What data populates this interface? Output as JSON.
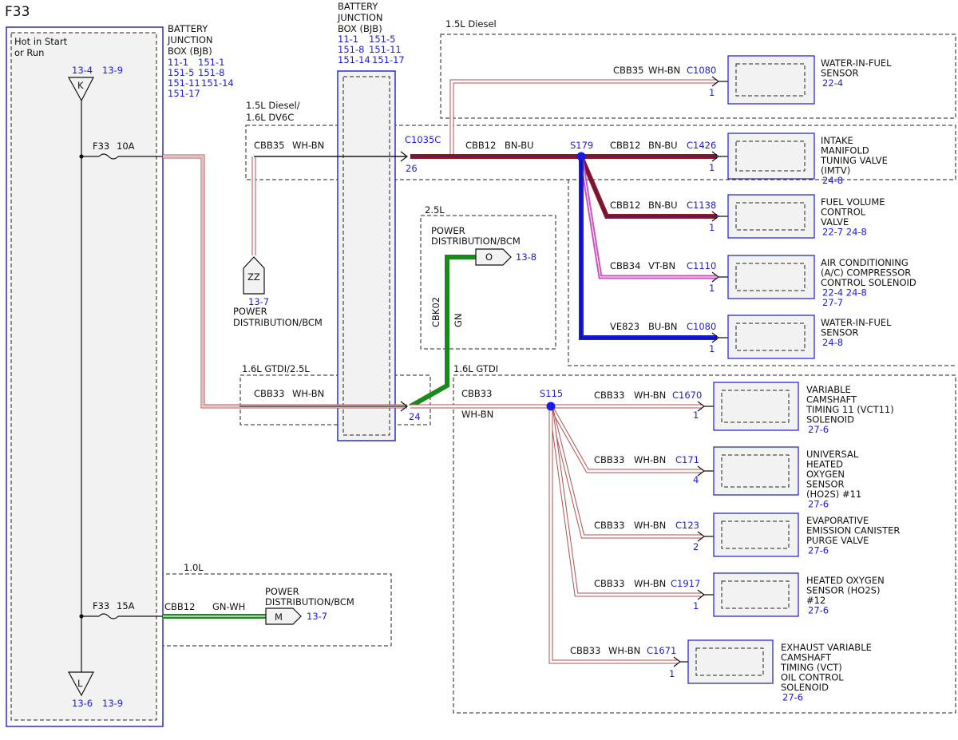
{
  "page_title": "F33",
  "left_module": {
    "title_line1": "Hot in Start",
    "title_line2": "or Run",
    "top_ref1": "13-4",
    "top_ref2": "13-9",
    "top_label": "K",
    "bottom_ref1": "13-6",
    "bottom_ref2": "13-9",
    "bottom_label": "L",
    "fuse1_name": "F33",
    "fuse1_rating": "10A",
    "fuse2_name": "F33",
    "fuse2_rating": "15A"
  },
  "bjb_left": {
    "l1": "BATTERY",
    "l2": "JUNCTION",
    "l3": "BOX (BJB)",
    "r1a": "11-1",
    "r1b": "151-1",
    "r2a": "151-5",
    "r2b": "151-8",
    "r3a": "151-11",
    "r3b": "151-14",
    "r4": "151-17"
  },
  "bjb_top": {
    "l1": "BATTERY",
    "l2": "JUNCTION",
    "l3": "BOX (BJB)",
    "r1a": "11-1",
    "r1b": "151-5",
    "r2a": "151-8",
    "r2b": "151-11",
    "r3a": "151-14",
    "r3b": "151-17"
  },
  "regions": {
    "diesel_15": "1.5L Diesel",
    "diesel_16_l1": "1.5L Diesel/",
    "diesel_16_l2": "1.6L DV6C",
    "gtdi_25": "1.6L GTDI/2.5L",
    "l25": "2.5L",
    "gtdi": "1.6L GTDI",
    "l10": "1.0L"
  },
  "pd_zz": {
    "label": "ZZ",
    "ref": "13-7",
    "name1": "POWER",
    "name2": "DISTRIBUTION/BCM"
  },
  "pd_o": {
    "name1": "POWER",
    "name2": "DISTRIBUTION/BCM",
    "label": "O",
    "ref": "13-8"
  },
  "pd_m": {
    "name1": "POWER",
    "name2": "DISTRIBUTION/BCM",
    "label": "M",
    "ref": "13-7"
  },
  "wires": {
    "w_cbb35_left": {
      "circuit": "CBB35",
      "color": "WH-BN"
    },
    "w_cbb33_left": {
      "circuit": "CBB33",
      "color": "WH-BN"
    },
    "w_cbb12_main": {
      "circuit": "CBB12",
      "color": "BN-BU"
    },
    "w_cbk02": {
      "circuit": "CBK02",
      "color": "GN"
    },
    "w_cbb33_main": {
      "circuit": "CBB33",
      "color": "WH-BN"
    },
    "w_cbb12_m": {
      "circuit": "CBB12",
      "color": "GN-WH"
    }
  },
  "connectors": {
    "c1035c": "C1035C",
    "pin26": "26",
    "pin24": "24"
  },
  "splices": {
    "s179": "S179",
    "s115": "S115"
  },
  "branches": [
    {
      "circuit": "CBB35",
      "color": "WH-BN",
      "conn": "C1080",
      "pin": "1",
      "name1": "WATER-IN-FUEL",
      "name2": "SENSOR",
      "name3": "",
      "name4": "",
      "name5": "",
      "ref1": "22-4",
      "ref2": ""
    },
    {
      "circuit": "CBB12",
      "color": "BN-BU",
      "conn": "C1426",
      "pin": "1",
      "name1": "INTAKE",
      "name2": "MANIFOLD",
      "name3": "TUNING VALVE",
      "name4": "(IMTV)",
      "name5": "",
      "ref1": "24-8",
      "ref2": ""
    },
    {
      "circuit": "CBB12",
      "color": "BN-BU",
      "conn": "C1138",
      "pin": "1",
      "name1": "FUEL VOLUME",
      "name2": "CONTROL",
      "name3": "VALVE",
      "name4": "",
      "name5": "",
      "ref1": "22-7",
      "ref2": "24-8"
    },
    {
      "circuit": "CBB34",
      "color": "VT-BN",
      "conn": "C1110",
      "pin": "1",
      "name1": "AIR CONDITIONING",
      "name2": "(A/C) COMPRESSOR",
      "name3": "CONTROL SOLENOID",
      "name4": "",
      "name5": "",
      "ref1": "22-4",
      "ref2": "24-8",
      "ref3": "27-7"
    },
    {
      "circuit": "VE823",
      "color": "BU-BN",
      "conn": "C1080",
      "pin": "1",
      "name1": "WATER-IN-FUEL",
      "name2": "SENSOR",
      "name3": "",
      "name4": "",
      "name5": "",
      "ref1": "24-8",
      "ref2": ""
    },
    {
      "circuit": "CBB33",
      "color": "WH-BN",
      "conn": "C1670",
      "pin": "1",
      "name1": "VARIABLE",
      "name2": "CAMSHAFT",
      "name3": "TIMING 11 (VCT11)",
      "name4": "SOLENOID",
      "name5": "",
      "ref1": "27-6",
      "ref2": ""
    },
    {
      "circuit": "CBB33",
      "color": "WH-BN",
      "conn": "C171",
      "pin": "4",
      "name1": "UNIVERSAL",
      "name2": "HEATED",
      "name3": "OXYGEN",
      "name4": "SENSOR",
      "name5": "(HO2S) #11",
      "ref1": "27-6",
      "ref2": ""
    },
    {
      "circuit": "CBB33",
      "color": "WH-BN",
      "conn": "C123",
      "pin": "2",
      "name1": "EVAPORATIVE",
      "name2": "EMISSION CANISTER",
      "name3": "PURGE VALVE",
      "name4": "",
      "name5": "",
      "ref1": "27-6",
      "ref2": ""
    },
    {
      "circuit": "CBB33",
      "color": "WH-BN",
      "conn": "C1917",
      "pin": "1",
      "name1": "HEATED OXYGEN",
      "name2": "SENSOR (HO2S)",
      "name3": "#12",
      "name4": "",
      "name5": "",
      "ref1": "27-6",
      "ref2": ""
    },
    {
      "circuit": "CBB33",
      "color": "WH-BN",
      "conn": "C1671",
      "pin": "1",
      "name1": "EXHAUST VARIABLE",
      "name2": "CAMSHAFT",
      "name3": "TIMING (VCT)",
      "name4": "OIL CONTROL",
      "name5": "SOLENOID",
      "ref1": "27-6",
      "ref2": ""
    }
  ],
  "wire_colors": {
    "white": "#ffffff",
    "brown": "#8b1a1a",
    "red_brown": "#b05050",
    "blue": "#1a1ae6",
    "violet": "#d050c0",
    "green": "#1a8a1a",
    "module_blue": "#2a2ad8"
  }
}
